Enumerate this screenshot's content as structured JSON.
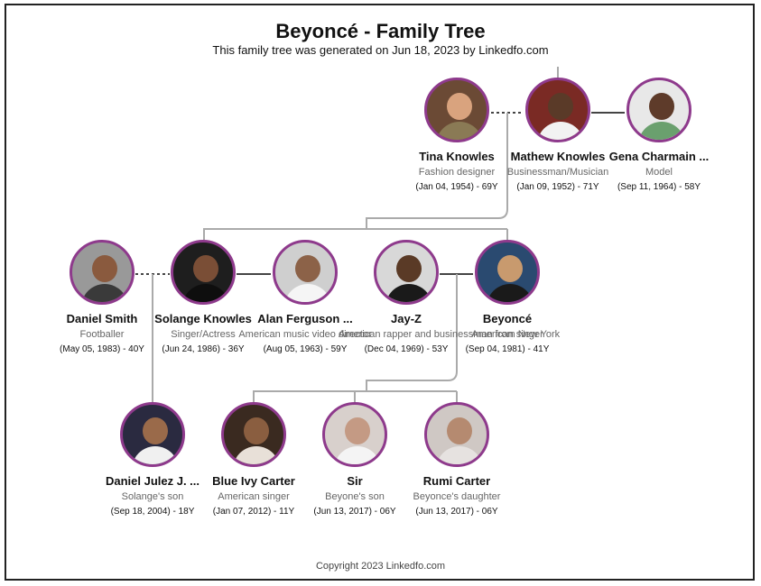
{
  "header": {
    "title": "Beyoncé - Family Tree",
    "subtitle": "This family tree was generated on Jun 18, 2023 by Linkedfo.com"
  },
  "footer": {
    "copyright": "Copyright 2023 Linkedfo.com"
  },
  "people": {
    "tina": {
      "name": "Tina Knowles",
      "role": "Fashion designer",
      "dates": "(Jan 04, 1954) - 69Y"
    },
    "mathew": {
      "name": "Mathew Knowles",
      "role": "Businessman/Musician",
      "dates": "(Jan 09, 1952) - 71Y"
    },
    "gena": {
      "name": "Gena Charmain ...",
      "role": "Model",
      "dates": "(Sep 11, 1964) - 58Y"
    },
    "daniel_smith": {
      "name": "Daniel Smith",
      "role": "Footballer",
      "dates": "(May 05, 1983) - 40Y"
    },
    "solange": {
      "name": "Solange Knowles",
      "role": "Singer/Actress",
      "dates": "(Jun 24, 1986) - 36Y"
    },
    "alan": {
      "name": "Alan Ferguson ...",
      "role": "American music video director",
      "dates": "(Aug 05, 1963) - 59Y"
    },
    "jayz": {
      "name": "Jay-Z",
      "role": "American rapper and businessman from New York",
      "dates": "(Dec 04, 1969) - 53Y"
    },
    "beyonce": {
      "name": "Beyoncé",
      "role": "American singer",
      "dates": "(Sep 04, 1981) - 41Y"
    },
    "daniel_julez": {
      "name": "Daniel Julez J. ...",
      "role": "Solange's son",
      "dates": "(Sep 18, 2004) - 18Y"
    },
    "blue_ivy": {
      "name": "Blue Ivy Carter",
      "role": "American singer",
      "dates": "(Jan 07, 2012) - 11Y"
    },
    "sir": {
      "name": "Sir",
      "role": "Beyone's son",
      "dates": "(Jun 13, 2017) - 06Y"
    },
    "rumi": {
      "name": "Rumi Carter",
      "role": "Beyonce's daughter",
      "dates": "(Jun 13, 2017) - 06Y"
    }
  },
  "colors": {
    "avatar_border": "#8e3a8c",
    "connector": "#aaaaaa",
    "frame": "#222222"
  }
}
